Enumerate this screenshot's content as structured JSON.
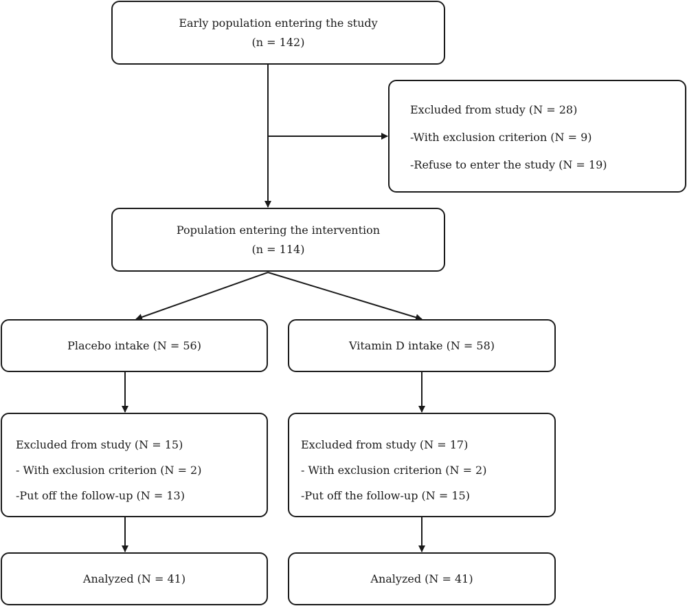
{
  "nodes": {
    "early": {
      "line1": "Early population entering the study",
      "line2": "(n = 142)"
    },
    "excluded_main": {
      "line1": "Excluded from study (N = 28)",
      "line2": "-With exclusion criterion (N = 9)",
      "line3": "-Refuse to enter the study (N = 19)"
    },
    "intervention": {
      "line1": "Population entering the intervention",
      "line2": "(n = 114)"
    },
    "placebo": {
      "label": "Placebo intake (N = 56)"
    },
    "vitamin": {
      "label": "Vitamin D intake (N = 58)"
    },
    "excluded_placebo": {
      "line1": "Excluded from study (N = 15)",
      "line2": "- With exclusion criterion (N = 2)",
      "line3": "-Put off the follow-up (N = 13)"
    },
    "excluded_vitamin": {
      "line1": "Excluded from study (N = 17)",
      "line2": "- With exclusion criterion (N = 2)",
      "line3": "-Put off the follow-up (N = 15)"
    },
    "analyzed_placebo": {
      "label": "Analyzed (N = 41)"
    },
    "analyzed_vitamin": {
      "label": "Analyzed (N = 41)"
    }
  }
}
